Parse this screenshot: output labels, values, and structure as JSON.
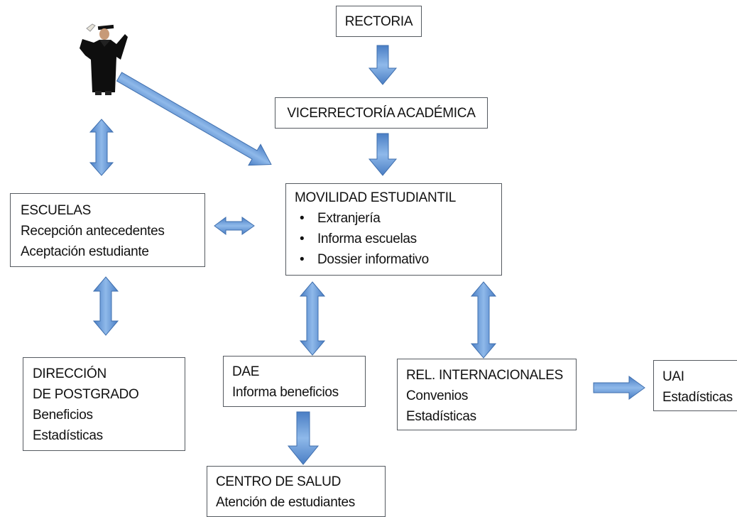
{
  "diagram": {
    "rectoria": "RECTORIA",
    "vicerrectoria": "VICERRECTORÍA ACADÉMICA",
    "movilidad": {
      "title": "MOVILIDAD ESTUDIANTIL",
      "items": [
        "Extranjería",
        "Informa escuelas",
        "Dossier informativo"
      ]
    },
    "escuelas": {
      "title": "ESCUELAS",
      "lines": [
        "Recepción antecedentes",
        "Aceptación estudiante"
      ]
    },
    "direccion": {
      "lines": [
        "DIRECCIÓN",
        "DE POSTGRADO",
        "Beneficios",
        "Estadísticas"
      ]
    },
    "dae": {
      "lines": [
        "DAE",
        "Informa beneficios"
      ]
    },
    "rel_internacionales": {
      "lines": [
        "REL. INTERNACIONALES",
        "Convenios",
        "Estadísticas"
      ]
    },
    "uai": {
      "lines": [
        "UAI",
        "Estadísticas"
      ]
    },
    "centro_salud": {
      "lines": [
        "CENTRO DE SALUD",
        "Atención de estudiantes"
      ]
    },
    "icons": {
      "graduate": "graduate-icon"
    },
    "colors": {
      "arrow_fill": "#6f9fd8",
      "arrow_stroke": "#3f6fae",
      "box_border": "#555a60",
      "gown": "#111111"
    }
  }
}
